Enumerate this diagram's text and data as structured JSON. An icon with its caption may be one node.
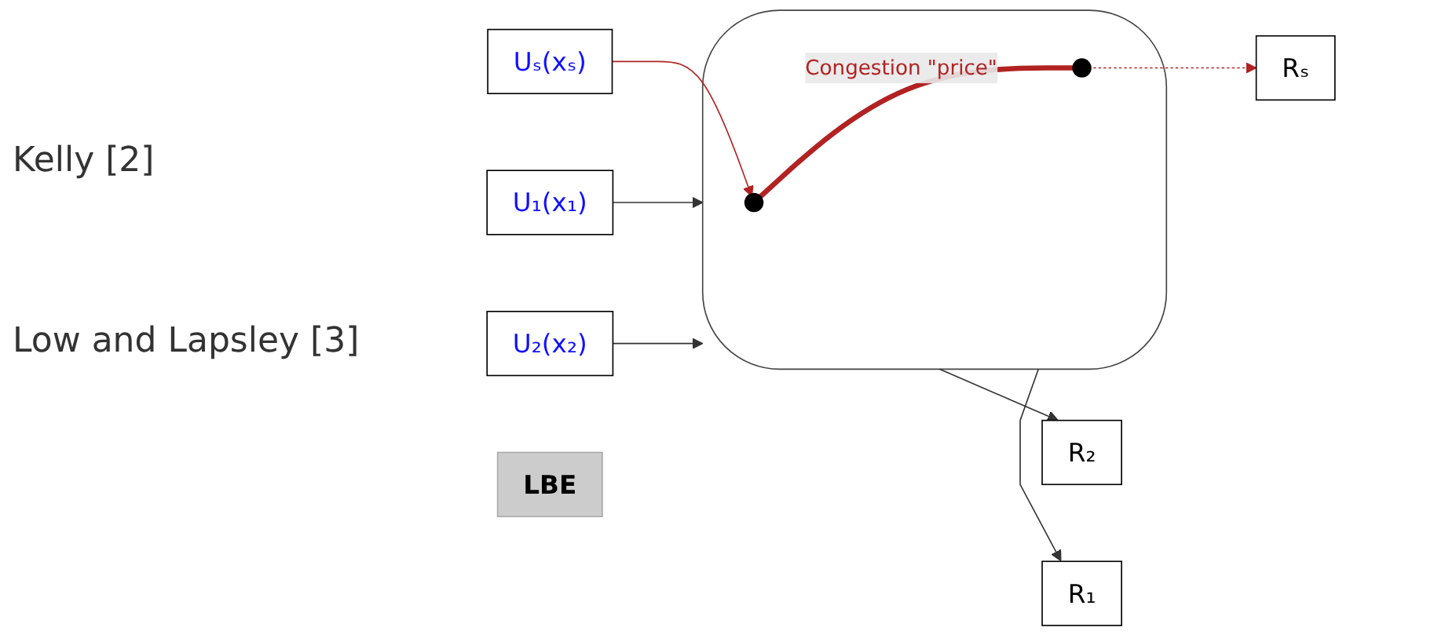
{
  "diagram": {
    "nodes": [
      {
        "text": [
          "U₁(x₁)"
        ]
      },
      {
        "text": [
          "U₂(x₂)"
        ]
      },
      {
        "text": [
          "Uₛ(xₛ)"
        ]
      },
      {
        "text": [],
        "shape": "cloud"
      },
      {
        "text": [],
        "shape": "circle",
        "in": 3
      },
      {
        "text": [],
        "shape": "circle",
        "in": 3
      },
      {
        "text": [
          "Rₛ"
        ]
      },
      {
        "text": [
          "R₂"
        ]
      },
      {
        "text": [
          "R₁"
        ]
      },
      {
        "text": [
          "LBE"
        ]
      }
    ],
    "edges": [
      {
        "from": 0,
        "to": 3,
        "arrow": "to"
      },
      {
        "from": 1,
        "to": 3,
        "arrow": "to"
      },
      {
        "from": 2,
        "to": 4,
        "arrow": "to",
        "color": "#b22222"
      },
      {
        "from": 4,
        "to": 5,
        "arrow": "none",
        "label": "Congestion \"price\"",
        "style": "thick",
        "color": "#b22222"
      },
      {
        "from": 5,
        "to": 6,
        "arrow": "to",
        "style": "dashed",
        "color": "#b22222"
      },
      {
        "from": 3,
        "to": 7,
        "arrow": "to"
      },
      {
        "from": 3,
        "to": 8,
        "arrow": "to"
      }
    ],
    "labels": [
      "Kelly [2]",
      "Low and Lapsley [3]"
    ]
  }
}
